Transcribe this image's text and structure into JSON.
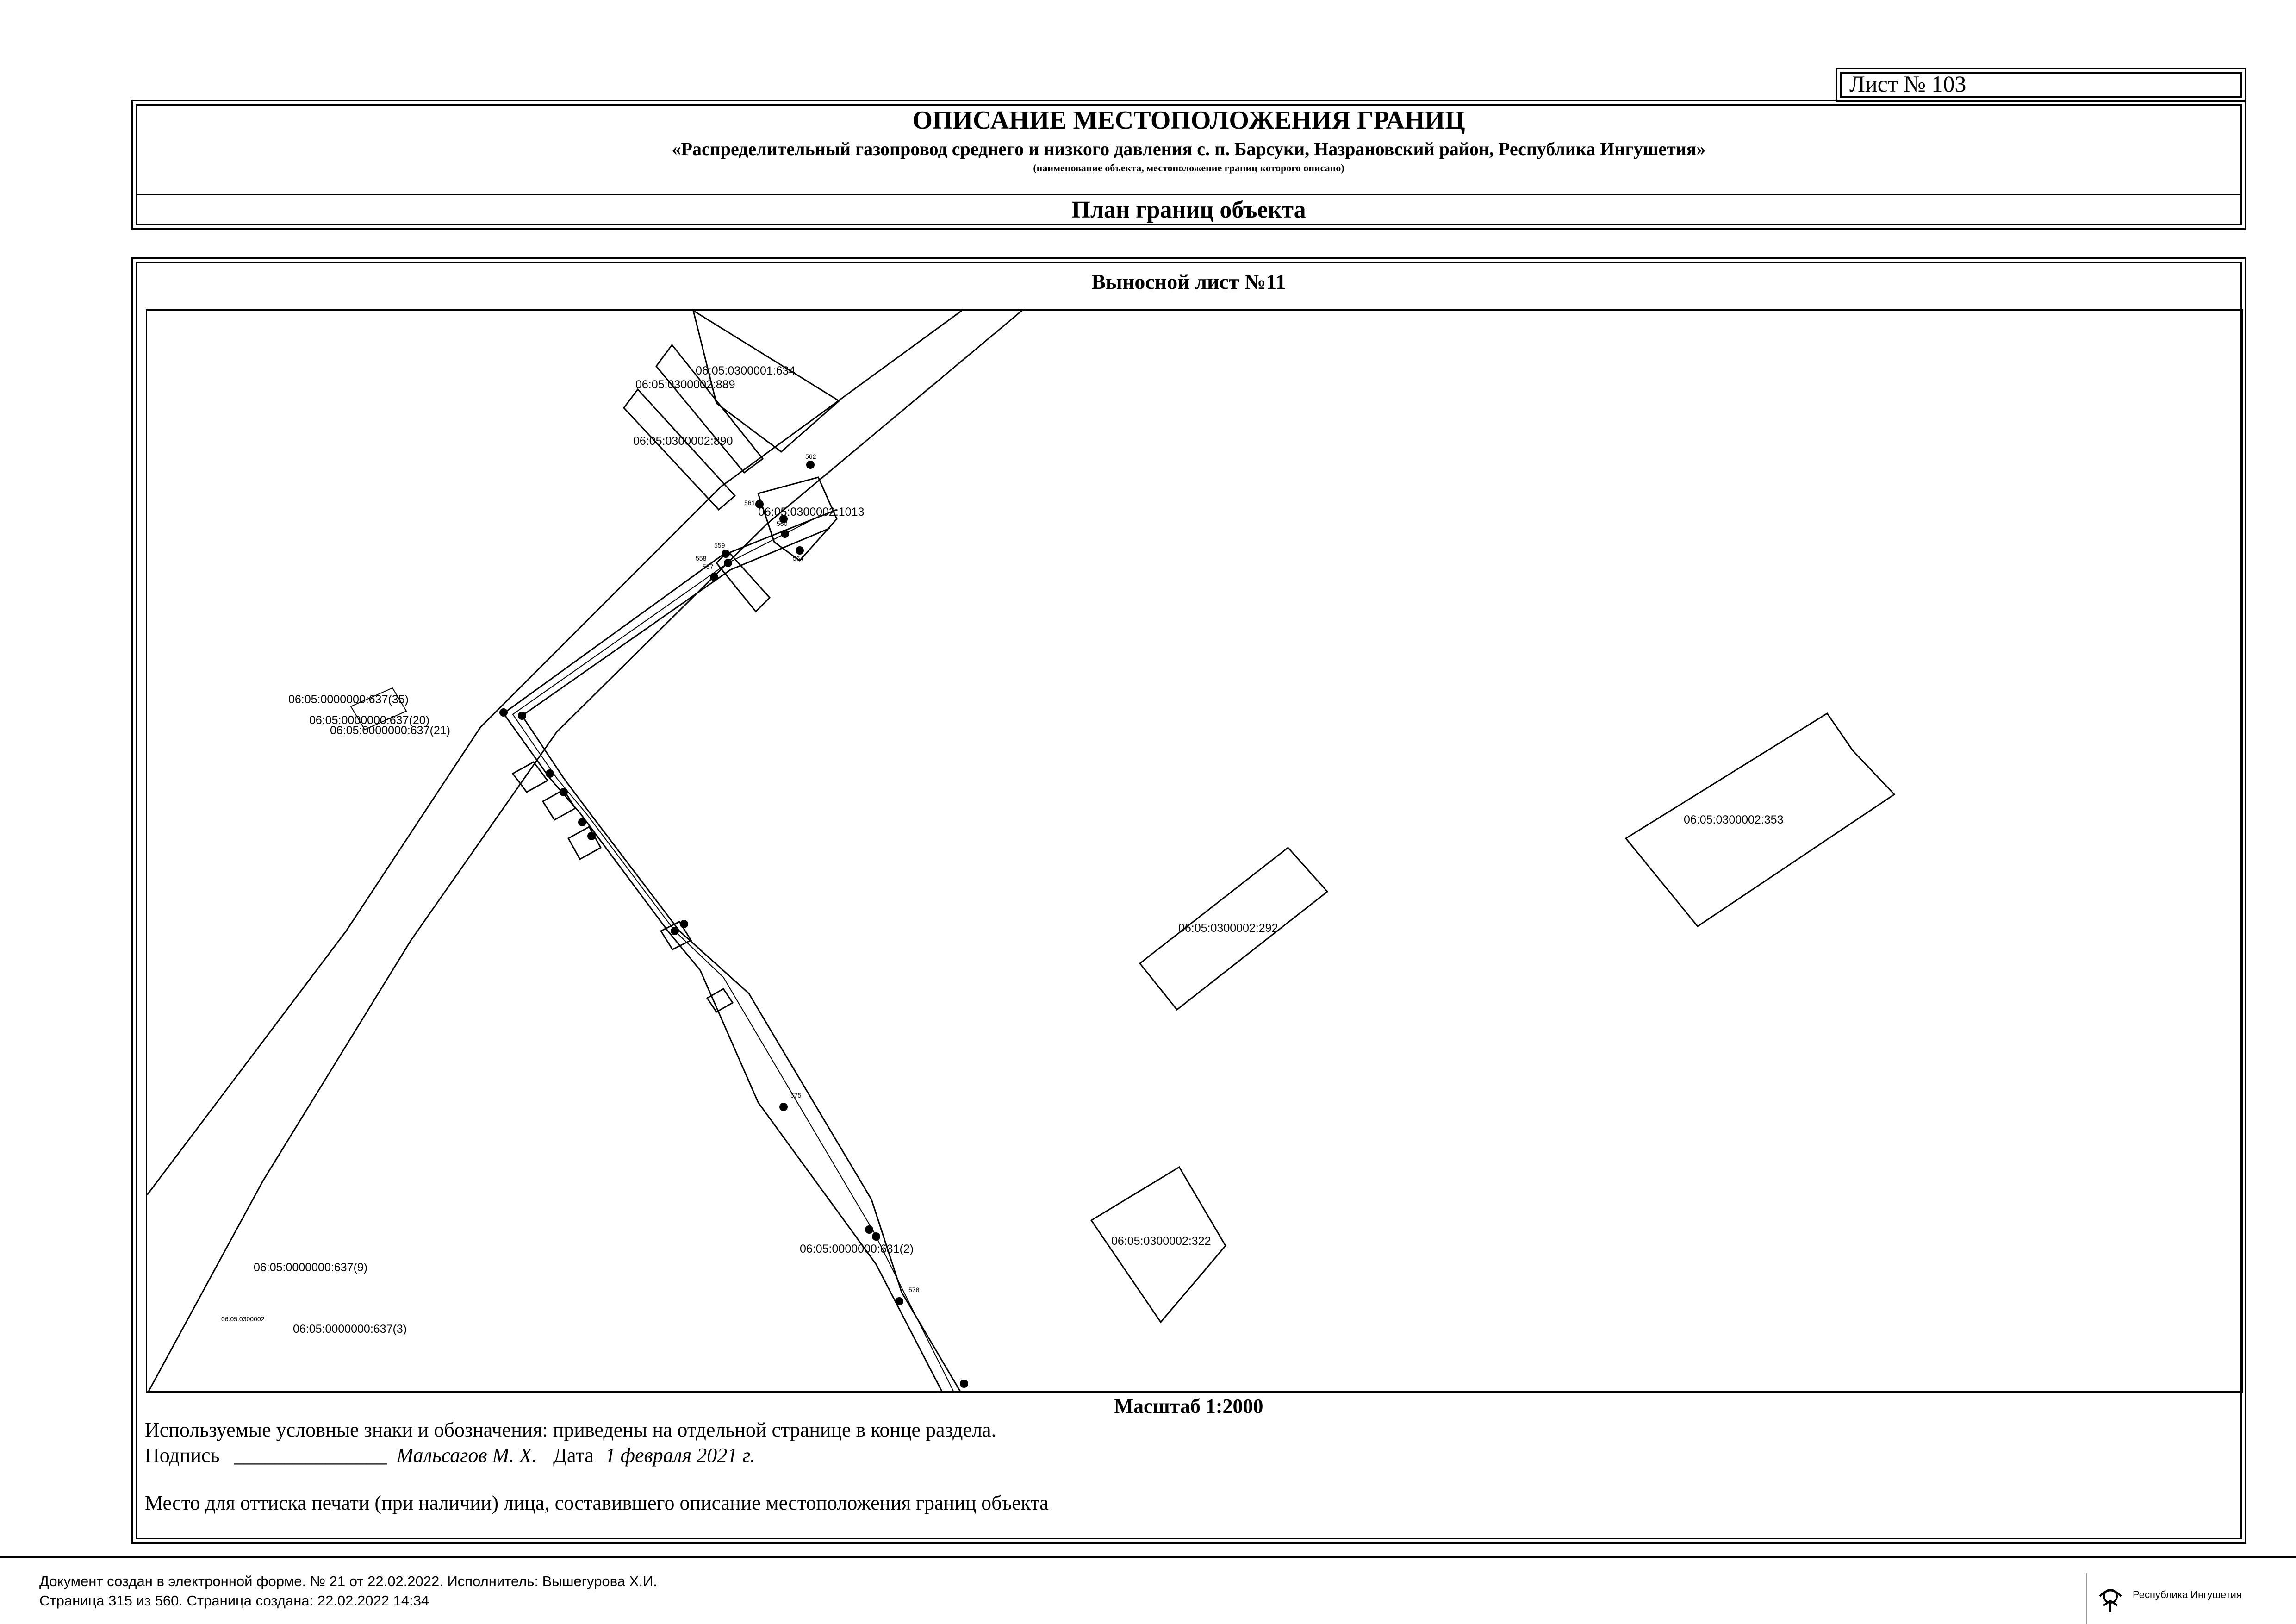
{
  "sheet": {
    "label": "Лист № 103"
  },
  "header": {
    "title": "ОПИСАНИЕ МЕСТОПОЛОЖЕНИЯ ГРАНИЦ",
    "subtitle": "«Распределительный газопровод среднего и низкого давления с. п. Барсуки, Назрановский район, Республика Ингушетия»",
    "caption": "(наименование объекта, местоположение границ которого описано)",
    "plan_title": "План границ объекта"
  },
  "extract": {
    "title": "Выносной лист №11"
  },
  "map": {
    "parcels": [
      {
        "id": "p634",
        "label": "06:05:0300001:634"
      },
      {
        "id": "p889",
        "label": "06:05:0300002:889"
      },
      {
        "id": "p890",
        "label": "06:05:0300002:890"
      },
      {
        "id": "p1013",
        "label": "06:05:0300002:1013"
      },
      {
        "id": "p353",
        "label": "06:05:0300002:353"
      },
      {
        "id": "p292",
        "label": "06:05:0300002:292"
      },
      {
        "id": "p322",
        "label": "06:05:0300002:322"
      },
      {
        "id": "p631",
        "label": "06:05:0000000:631(2)"
      },
      {
        "id": "p637_35",
        "label": "06:05:0000000:637(35)"
      },
      {
        "id": "p637_20",
        "label": "06:05:0000000:637(20)"
      },
      {
        "id": "p637_21",
        "label": "06:05:0000000:637(21)"
      },
      {
        "id": "p637_9",
        "label": "06:05:0000000:637(9)"
      },
      {
        "id": "p637_3",
        "label": "06:05:0000000:637(3)"
      },
      {
        "id": "q0300002",
        "label": "06:05:0300002"
      }
    ],
    "points": [
      {
        "id": "pt562",
        "label": "562"
      },
      {
        "id": "pt561",
        "label": "561"
      },
      {
        "id": "pt560",
        "label": "560"
      },
      {
        "id": "pt564",
        "label": "564"
      },
      {
        "id": "pt559",
        "label": "559"
      },
      {
        "id": "pt558",
        "label": "558"
      },
      {
        "id": "pt557",
        "label": "557"
      },
      {
        "id": "pt575",
        "label": "575"
      },
      {
        "id": "pt578",
        "label": "578"
      }
    ]
  },
  "scale": {
    "label": "Масштаб 1:2000"
  },
  "notes": {
    "legend": "Используемые условные знаки и обозначения: приведены на отдельной странице в конце раздела.",
    "signature_label": "Подпись",
    "signature_blank": "_______________",
    "signer": "Мальсагов М. Х.",
    "date_label": "Дата",
    "date_value": "1 февраля 2021 г.",
    "stamp": "Место для оттиска печати (при наличии) лица, составившего описание местоположения границ объекта"
  },
  "footer": {
    "line1": "Документ создан в электронной форме. № 21 от 22.02.2022. Исполнитель: Вышегурова Х.И.",
    "line2": "Страница 315 из 560. Страница создана: 22.02.2022 14:34",
    "republic": "Республика Ингушетия"
  }
}
